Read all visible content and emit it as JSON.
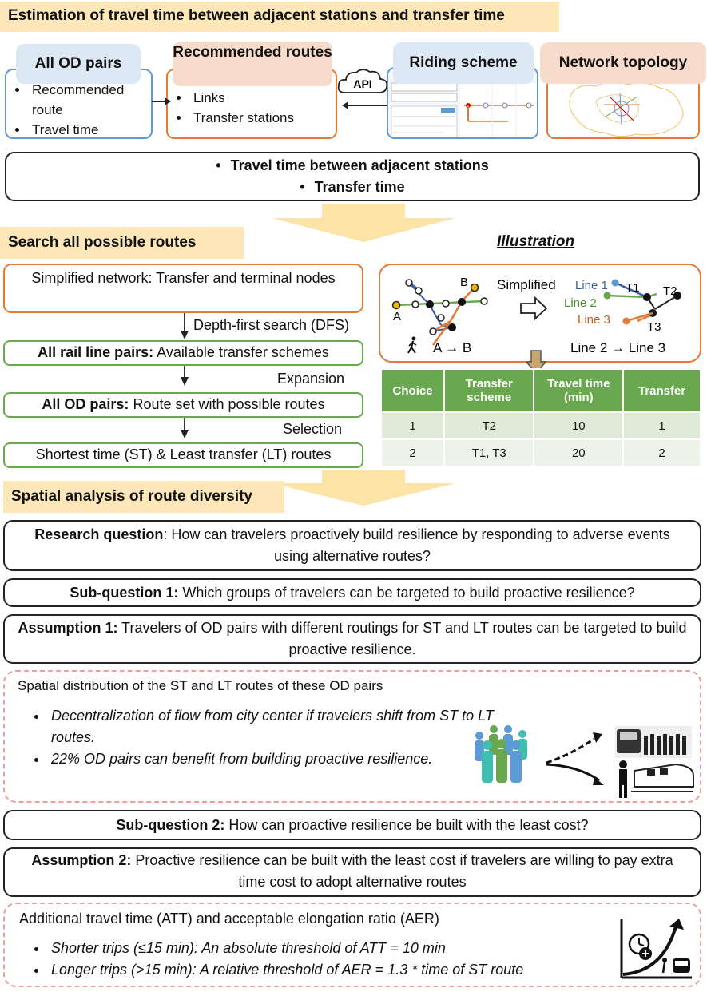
{
  "section1": {
    "header": "Estimation of travel time between adjacent stations and transfer time",
    "all_od": {
      "title": "All OD pairs",
      "items": [
        "Recommended route",
        "Travel time"
      ]
    },
    "recommended": {
      "title": "Recommended routes",
      "items": [
        "Links",
        "Transfer stations"
      ]
    },
    "api_label": "API",
    "riding": {
      "title": "Riding scheme"
    },
    "network": {
      "title": "Network topology"
    },
    "output": {
      "items": [
        "Travel time between adjacent stations",
        "Transfer time"
      ]
    }
  },
  "section2": {
    "header": "Search all possible routes",
    "illustration_title": "Illustration",
    "flow": {
      "simplified_network": "Simplified network: Transfer and terminal nodes",
      "step1": "Depth-first search (DFS)",
      "rail_pairs_bold": "All rail line pairs:",
      "rail_pairs_text": " Available transfer schemes",
      "step2": "Expansion",
      "od_pairs_bold": "All OD pairs:",
      "od_pairs_text": " Route set with possible routes",
      "step3": "Selection",
      "shortest": "Shortest time (ST) & Least transfer (LT) routes"
    },
    "illustration": {
      "label_a": "A",
      "label_b": "B",
      "simplified": "Simplified",
      "line1": "Line 1",
      "line2": "Line 2",
      "line3": "Line 3",
      "t1": "T1",
      "t2": "T2",
      "t3": "T3",
      "ab": "A → B",
      "line_change": "Line 2 → Line 3"
    },
    "table": {
      "headers": [
        "Choice",
        "Transfer scheme",
        "Travel time (min)",
        "Transfer"
      ],
      "rows": [
        [
          "1",
          "T2",
          "10",
          "1"
        ],
        [
          "2",
          "T1, T3",
          "20",
          "2"
        ]
      ]
    }
  },
  "section3": {
    "header": "Spatial analysis of route diversity",
    "research_bold": "Research question",
    "research_text": ": How can travelers proactively build resilience by responding to adverse events using alternative routes?",
    "sub1_bold": "Sub-question 1:",
    "sub1_text": " Which groups of travelers can be targeted to build proactive resilience?",
    "assump1_bold": "Assumption 1:",
    "assump1_text": " Travelers of OD pairs with different routings for ST and LT routes can be targeted to build proactive resilience.",
    "spatial_title": "Spatial distribution of the ST and LT routes of these OD pairs",
    "spatial_items": [
      "Decentralization of flow from city center if travelers shift from ST to LT routes.",
      "22% OD pairs can benefit from building proactive resilience."
    ],
    "sub2_bold": "Sub-question 2:",
    "sub2_text": " How can proactive resilience be built with the least cost?",
    "assump2_bold": "Assumption 2:",
    "assump2_text": " Proactive resilience can be built with the least cost if travelers are willing to pay extra time cost to adopt alternative routes",
    "att_title": "Additional travel time (ATT) and acceptable elongation ratio (AER)",
    "att_items": [
      "Shorter trips (≤15 min): An absolute threshold of ATT = 10 min",
      "Longer trips (>15 min): A relative threshold of AER = 1.3 * time of ST route"
    ]
  },
  "colors": {
    "header_bg": "#fde7b8",
    "orange": "#e07b39",
    "green": "#6aa84f",
    "blue": "#5b9bd5",
    "pink": "#e8a0a0"
  }
}
